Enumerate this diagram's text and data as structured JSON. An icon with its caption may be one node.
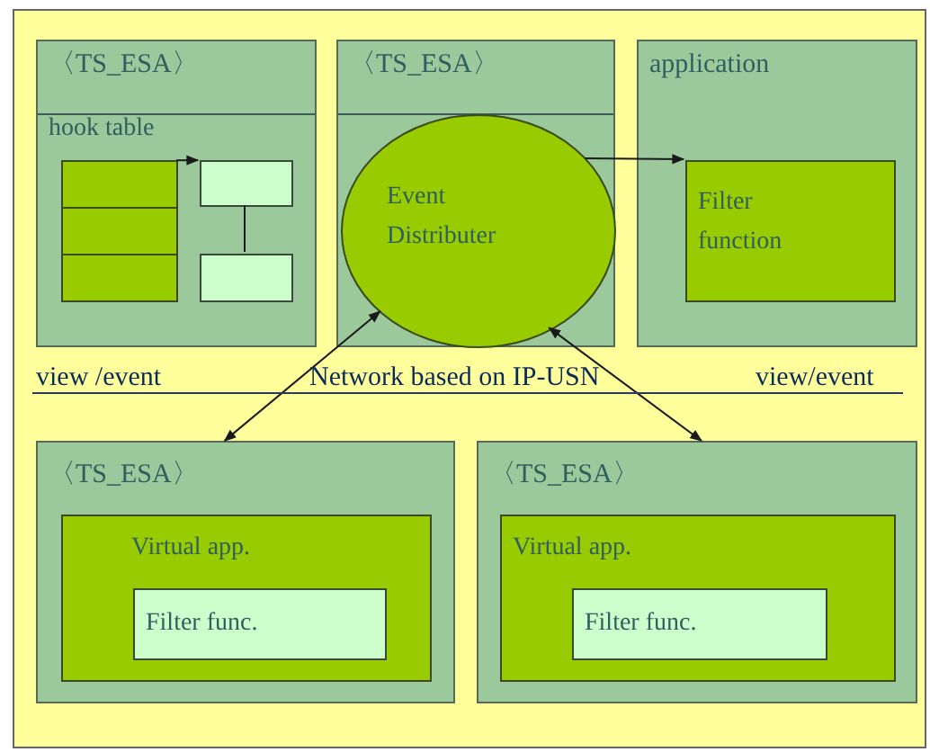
{
  "diagram": {
    "nodes": [
      {
        "text": [
          "〈TS_ESA〉",
          "hook table"
        ]
      },
      {
        "text": [],
        "shape": "box",
        "in": 0
      },
      {
        "text": [],
        "shape": "box",
        "in": 0
      },
      {
        "text": [],
        "shape": "box",
        "in": 0
      },
      {
        "text": [],
        "shape": "box",
        "in": 0
      },
      {
        "text": [],
        "shape": "box",
        "in": 0
      },
      {
        "text": [
          "〈TS_ESA〉"
        ]
      },
      {
        "text": [
          "Event Distributer"
        ],
        "in": 6
      },
      {
        "text": [
          "application"
        ]
      },
      {
        "text": [
          "Filter function"
        ],
        "in": 8
      },
      {
        "text": [
          "〈TS_ESA〉"
        ]
      },
      {
        "text": [
          "Virtual app."
        ],
        "in": 10
      },
      {
        "text": [
          "Filter func."
        ],
        "in": 11
      },
      {
        "text": [
          "〈TS_ESA〉"
        ]
      },
      {
        "text": [
          "Virtual app."
        ],
        "in": 13
      },
      {
        "text": [
          "Filter func."
        ],
        "in": 14
      }
    ],
    "edges": [
      {
        "from": 1,
        "to": 4,
        "arrow": "to"
      },
      {
        "from": 4,
        "to": 5,
        "arrow": "none"
      },
      {
        "from": 7,
        "to": 9,
        "arrow": "to"
      },
      {
        "from": 7,
        "to": 10,
        "arrow": "both"
      },
      {
        "from": 7,
        "to": 13,
        "arrow": "both"
      }
    ],
    "labels": [
      "view /event",
      "Network based on IP-USN",
      "view/event"
    ]
  }
}
